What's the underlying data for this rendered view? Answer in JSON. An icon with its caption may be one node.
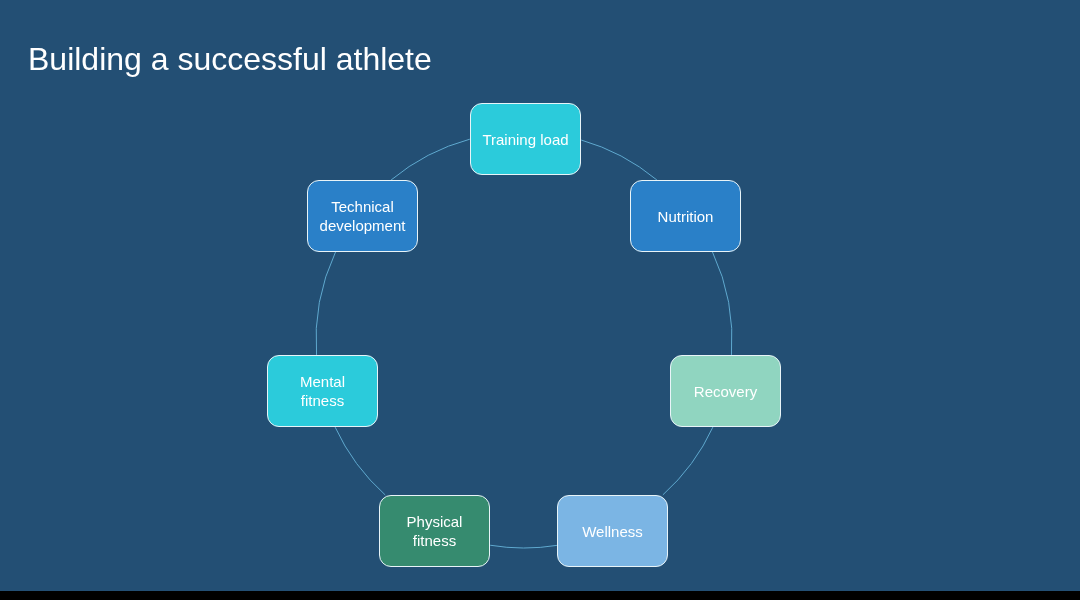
{
  "diagram": {
    "title": "Building a successful athlete",
    "nodes": [
      {
        "text": [
          "Training load"
        ]
      },
      {
        "text": [
          "Nutrition"
        ]
      },
      {
        "text": [
          "Recovery"
        ]
      },
      {
        "text": [
          "Wellness"
        ]
      },
      {
        "text": [
          "Physical fitness"
        ]
      },
      {
        "text": [
          "Mental fitness"
        ]
      },
      {
        "text": [
          "Technical development"
        ]
      }
    ],
    "edges": [
      {
        "from": 0,
        "to": 1,
        "arrow": "none"
      },
      {
        "from": 1,
        "to": 2,
        "arrow": "none"
      },
      {
        "from": 2,
        "to": 3,
        "arrow": "none"
      },
      {
        "from": 3,
        "to": 4,
        "arrow": "none"
      },
      {
        "from": 4,
        "to": 5,
        "arrow": "none"
      },
      {
        "from": 5,
        "to": 6,
        "arrow": "none"
      },
      {
        "from": 6,
        "to": 0,
        "arrow": "none"
      }
    ]
  }
}
